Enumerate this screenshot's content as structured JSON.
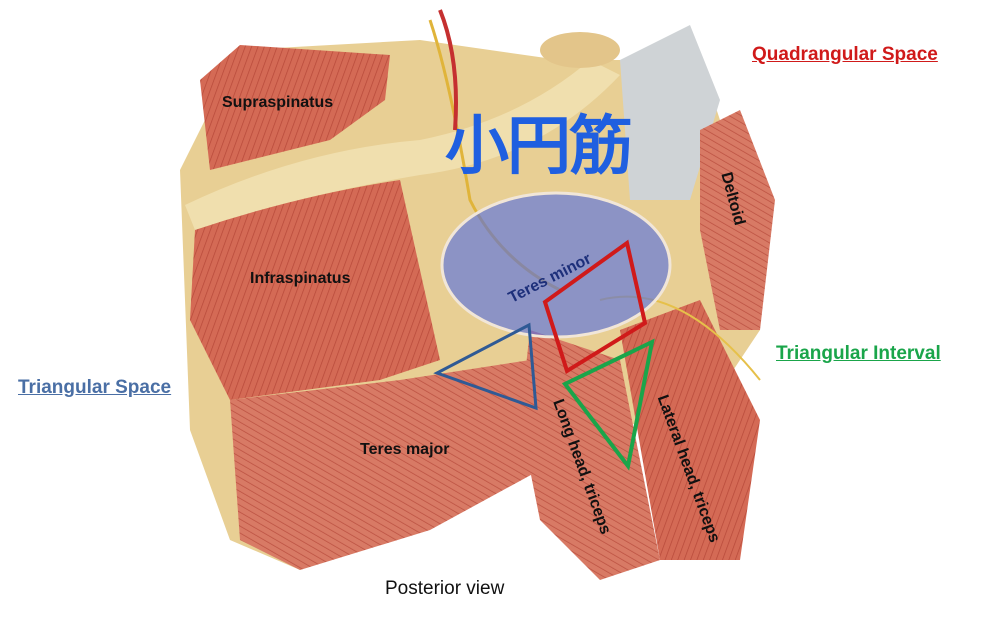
{
  "title_jp": "小円筋",
  "muscles": {
    "supraspinatus": "Supraspinatus",
    "infraspinatus": "Infraspinatus",
    "teres_major": "Teres major",
    "teres_minor": "Teres minor",
    "deltoid": "Deltoid",
    "long_head": "Long head, triceps",
    "lateral_head": "Lateral head, triceps"
  },
  "spaces": {
    "quadrangular": {
      "label": "Quadrangular Space",
      "color": "#d01a1a"
    },
    "triangular_space": {
      "label": "Triangular Space",
      "color": "#4a6fa5"
    },
    "triangular_interval": {
      "label": "Triangular Interval",
      "color": "#1aa54a"
    }
  },
  "caption": "Posterior view",
  "colors": {
    "highlight": "#4f6be6",
    "title": "#1f5fe0"
  }
}
